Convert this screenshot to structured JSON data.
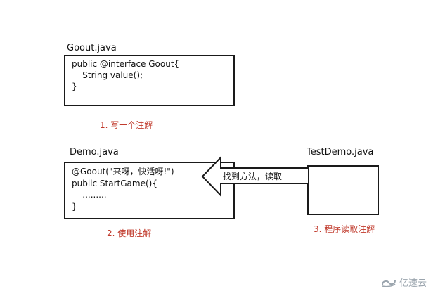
{
  "goout": {
    "filename": "Goout.java",
    "code": [
      "public @interface Goout{",
      "    String value();",
      "}"
    ],
    "caption": "1. 写一个注解"
  },
  "demo": {
    "filename": "Demo.java",
    "code": [
      "@Goout(\"来呀，快活呀!\")",
      "public StartGame(){",
      "    .........",
      "}"
    ],
    "caption": "2.  使用注解"
  },
  "testdemo": {
    "filename": "TestDemo.java",
    "caption": "3. 程序读取注解"
  },
  "arrow": {
    "label": "找到方法，读取"
  },
  "watermark": {
    "icon": "logo-icon",
    "text": "亿速云"
  },
  "colors": {
    "caption": "#c0392b",
    "border": "#1a1a1a",
    "watermark": "#9aa4ad"
  }
}
